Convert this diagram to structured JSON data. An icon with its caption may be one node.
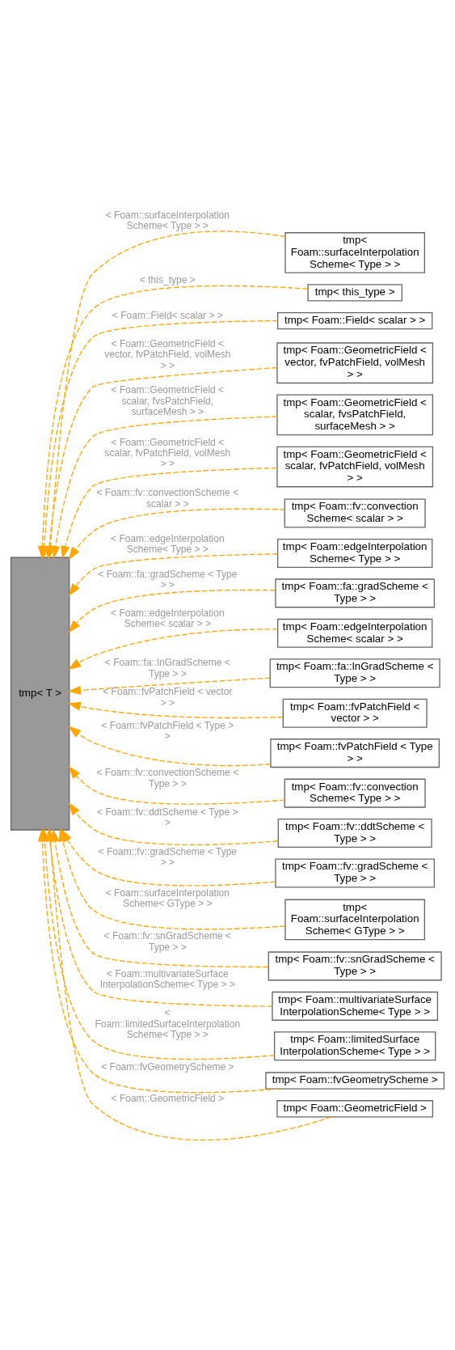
{
  "diagram": {
    "nodes": [
      {
        "text": [
          "tmp< T >"
        ]
      },
      {
        "text": [
          "tmp< Foam::surfaceInterpolation Scheme< Type > >"
        ]
      },
      {
        "text": [
          "tmp< this_type >"
        ]
      },
      {
        "text": [
          "tmp< Foam::Field< scalar > >"
        ]
      },
      {
        "text": [
          "tmp< Foam::GeometricField < vector, fvPatchField, volMesh > >"
        ]
      },
      {
        "text": [
          "tmp< Foam::GeometricField < scalar, fvsPatchField, surfaceMesh > >"
        ]
      },
      {
        "text": [
          "tmp< Foam::GeometricField < scalar, fvPatchField, volMesh > >"
        ]
      },
      {
        "text": [
          "tmp< Foam::fv::convection Scheme< scalar > >"
        ]
      },
      {
        "text": [
          "tmp< Foam::edgeInterpolation Scheme< Type > >"
        ]
      },
      {
        "text": [
          "tmp< Foam::fa::gradScheme < Type > >"
        ]
      },
      {
        "text": [
          "tmp< Foam::edgeInterpolation Scheme< scalar > >"
        ]
      },
      {
        "text": [
          "tmp< Foam::fa::lnGradScheme < Type > >"
        ]
      },
      {
        "text": [
          "tmp< Foam::fvPatchField < vector > >"
        ]
      },
      {
        "text": [
          "tmp< Foam::fvPatchField < Type > >"
        ]
      },
      {
        "text": [
          "tmp< Foam::fv::convection Scheme< Type > >"
        ]
      },
      {
        "text": [
          "tmp< Foam::fv::ddtScheme < Type > >"
        ]
      },
      {
        "text": [
          "tmp< Foam::fv::gradScheme < Type > >"
        ]
      },
      {
        "text": [
          "tmp< Foam::surfaceInterpolation Scheme< GType > >"
        ]
      },
      {
        "text": [
          "tmp< Foam::fv::snGradScheme < Type > >"
        ]
      },
      {
        "text": [
          "tmp< Foam::multivariateSurface InterpolationScheme< Type > >"
        ]
      },
      {
        "text": [
          "tmp< Foam::limitedSurface InterpolationScheme< Type > >"
        ]
      },
      {
        "text": [
          "tmp< Foam::fvGeometryScheme >"
        ]
      },
      {
        "text": [
          "tmp< Foam::GeometricField >"
        ]
      }
    ],
    "edges": [
      {
        "from": 1,
        "to": 0,
        "arrow": "to",
        "style": "dashed",
        "label": "< Foam::surfaceInterpolation Scheme< Type > >"
      },
      {
        "from": 2,
        "to": 0,
        "arrow": "to",
        "style": "dashed",
        "label": "< this_type >"
      },
      {
        "from": 3,
        "to": 0,
        "arrow": "to",
        "style": "dashed",
        "label": "< Foam::Field< scalar > >"
      },
      {
        "from": 4,
        "to": 0,
        "arrow": "to",
        "style": "dashed",
        "label": "< Foam::GeometricField < vector, fvPatchField, volMesh > >"
      },
      {
        "from": 5,
        "to": 0,
        "arrow": "to",
        "style": "dashed",
        "label": "< Foam::GeometricField < scalar, fvsPatchField, surfaceMesh > >"
      },
      {
        "from": 6,
        "to": 0,
        "arrow": "to",
        "style": "dashed",
        "label": "< Foam::GeometricField < scalar, fvPatchField, volMesh > >"
      },
      {
        "from": 7,
        "to": 0,
        "arrow": "to",
        "style": "dashed",
        "label": "< Foam::fv::convectionScheme < scalar > >"
      },
      {
        "from": 8,
        "to": 0,
        "arrow": "to",
        "style": "dashed",
        "label": "< Foam::edgeInterpolation Scheme< Type > >"
      },
      {
        "from": 9,
        "to": 0,
        "arrow": "to",
        "style": "dashed",
        "label": "< Foam::fa::gradScheme < Type > >"
      },
      {
        "from": 10,
        "to": 0,
        "arrow": "to",
        "style": "dashed",
        "label": "< Foam::edgeInterpolation Scheme< scalar > >"
      },
      {
        "from": 11,
        "to": 0,
        "arrow": "to",
        "style": "dashed",
        "label": "< Foam::fa::lnGradScheme < Type > >"
      },
      {
        "from": 12,
        "to": 0,
        "arrow": "to",
        "style": "dashed",
        "label": "< Foam::fvPatchField < vector > >"
      },
      {
        "from": 13,
        "to": 0,
        "arrow": "to",
        "style": "dashed",
        "label": "< Foam::fvPatchField < Type > >"
      },
      {
        "from": 14,
        "to": 0,
        "arrow": "to",
        "style": "dashed",
        "label": "< Foam::fv::convectionScheme < Type > >"
      },
      {
        "from": 15,
        "to": 0,
        "arrow": "to",
        "style": "dashed",
        "label": "< Foam::fv::ddtScheme < Type > >"
      },
      {
        "from": 16,
        "to": 0,
        "arrow": "to",
        "style": "dashed",
        "label": "< Foam::fv::gradScheme < Type > >"
      },
      {
        "from": 17,
        "to": 0,
        "arrow": "to",
        "style": "dashed",
        "label": "< Foam::surfaceInterpolation Scheme< GType > >"
      },
      {
        "from": 18,
        "to": 0,
        "arrow": "to",
        "style": "dashed",
        "label": "< Foam::fv::snGradScheme < Type > >"
      },
      {
        "from": 19,
        "to": 0,
        "arrow": "to",
        "style": "dashed",
        "label": "< Foam::multivariateSurface InterpolationScheme< Type > >"
      },
      {
        "from": 20,
        "to": 0,
        "arrow": "to",
        "style": "dashed",
        "label": "< Foam::limitedSurfaceInterpolation Scheme< Type > >"
      },
      {
        "from": 21,
        "to": 0,
        "arrow": "to",
        "style": "dashed",
        "label": "< Foam::fvGeometryScheme >"
      },
      {
        "from": 22,
        "to": 0,
        "arrow": "to",
        "style": "dashed",
        "label": "< Foam::GeometricField >"
      }
    ]
  }
}
